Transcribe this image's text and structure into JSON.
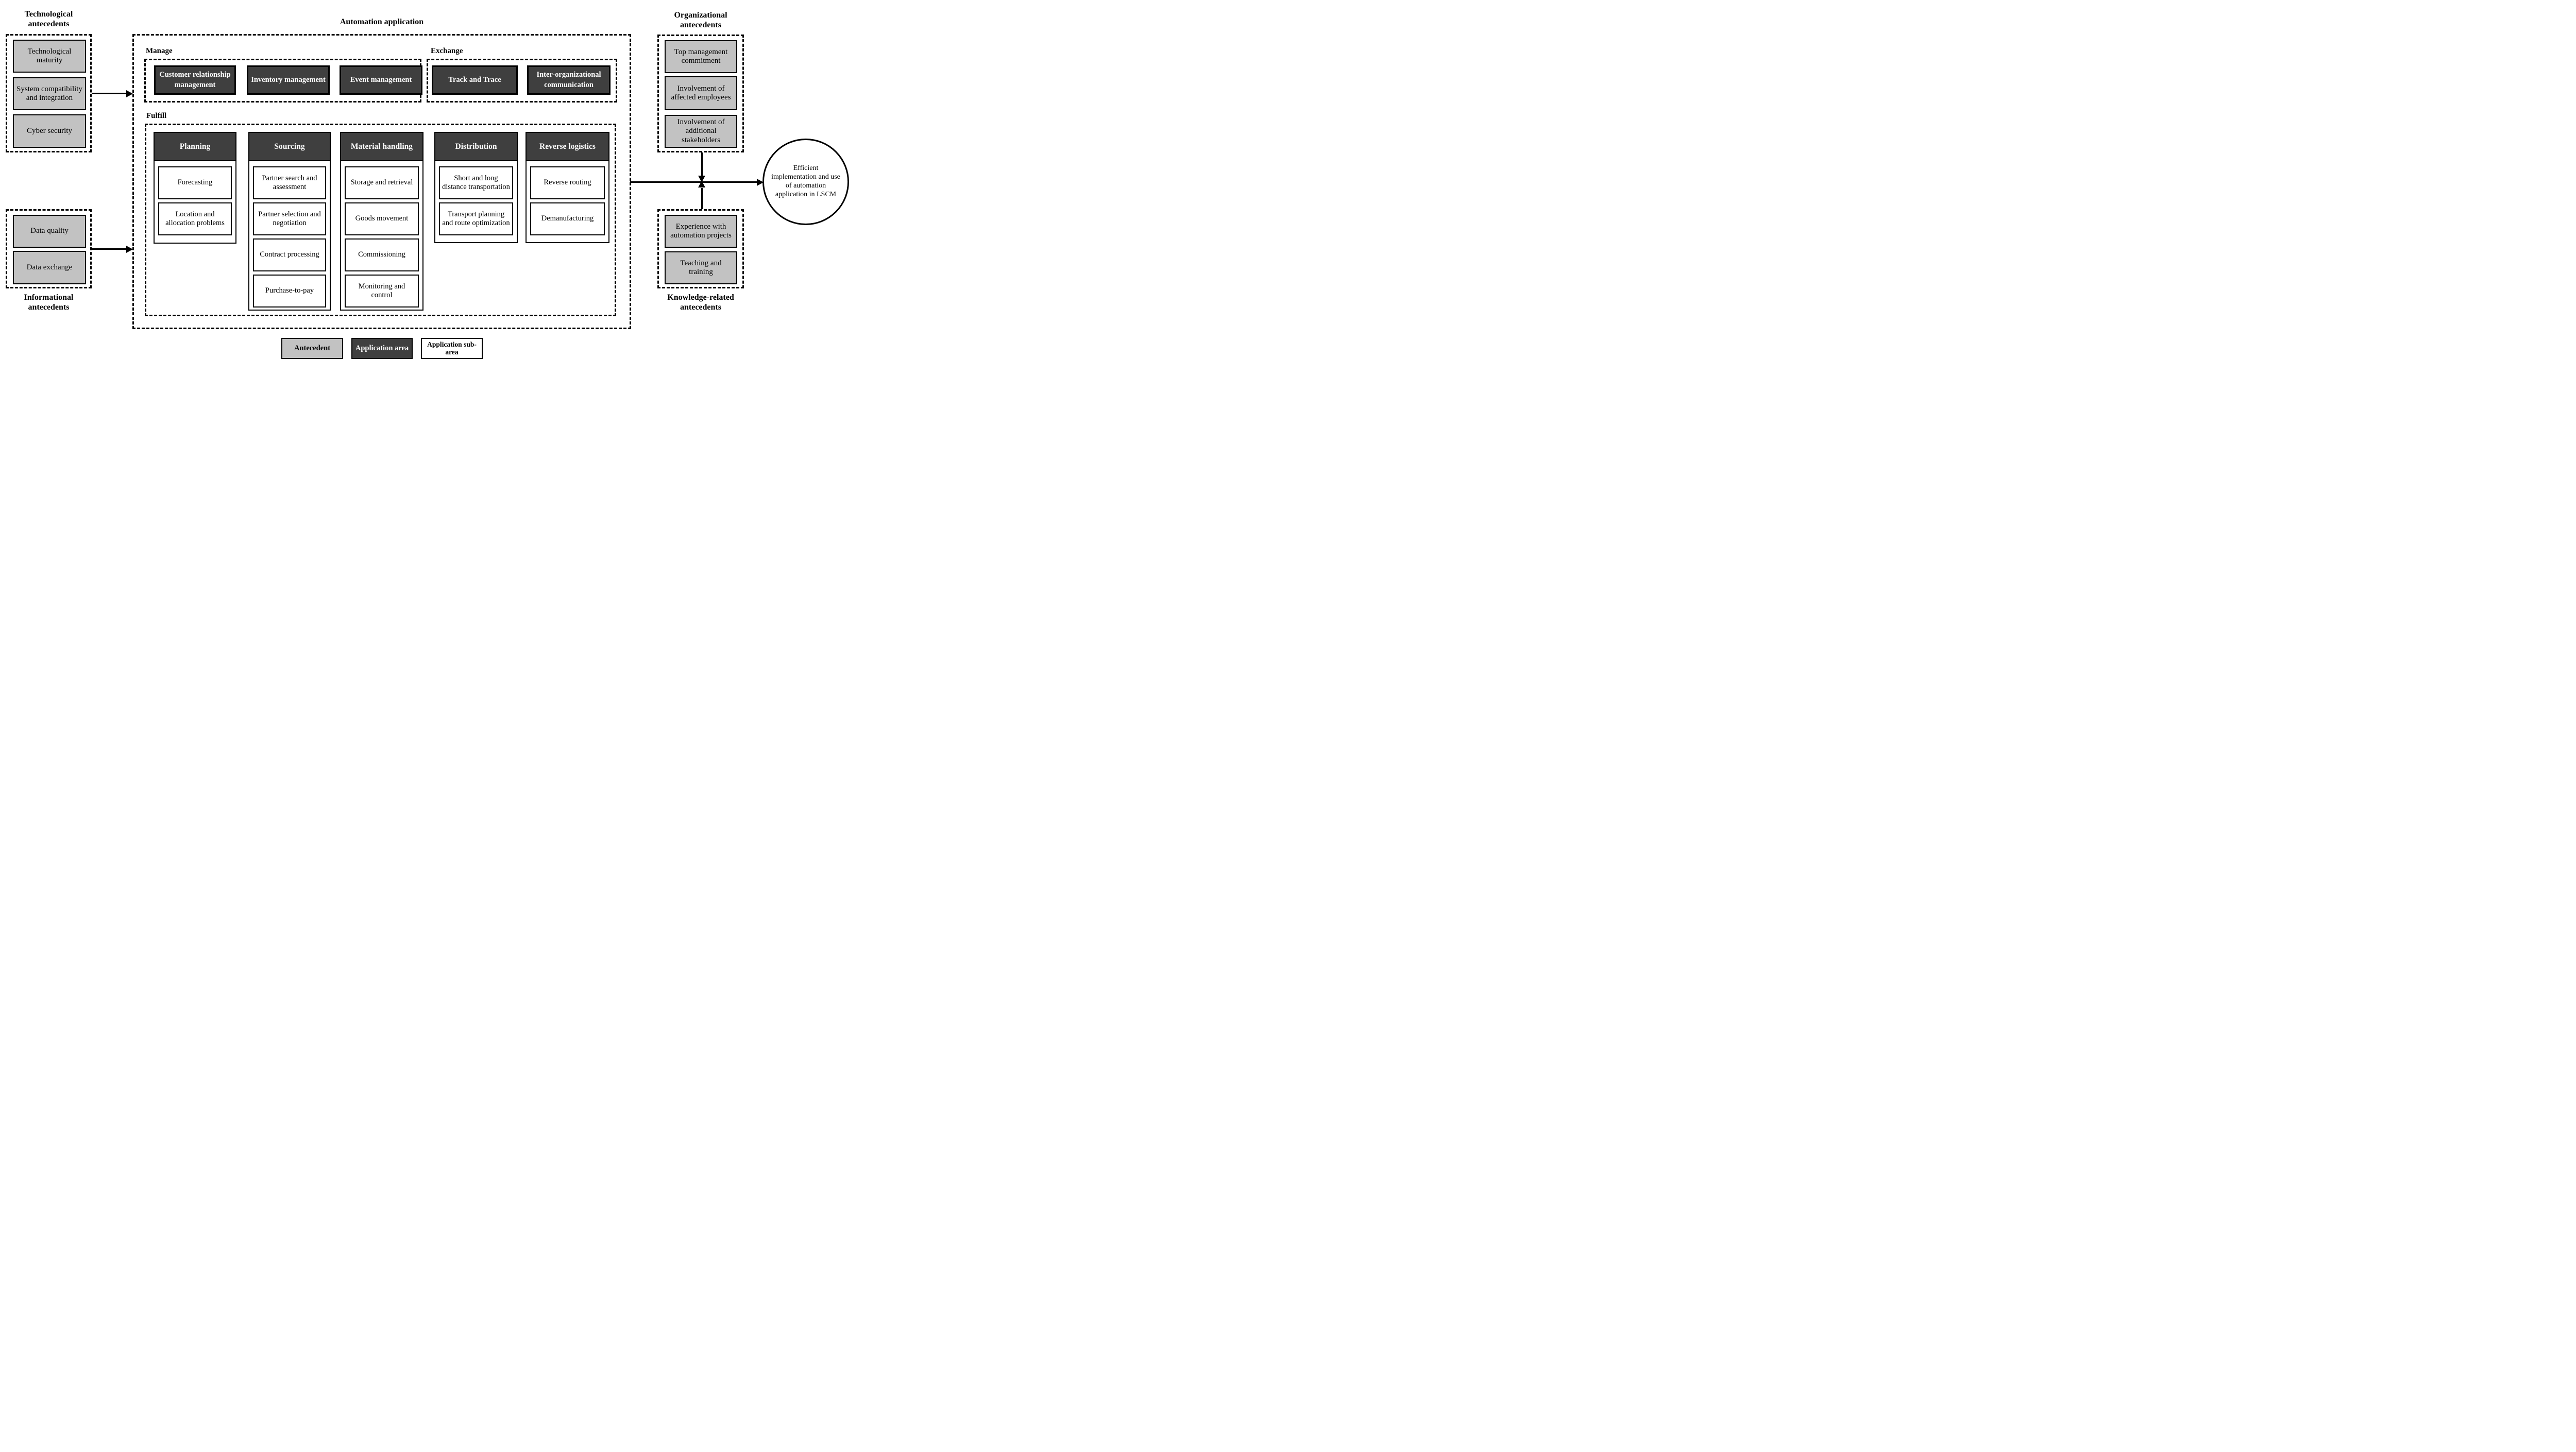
{
  "left": {
    "tech": {
      "title": "Technological antecedents",
      "items": [
        "Technological maturity",
        "System compatibility and integration",
        "Cyber security"
      ]
    },
    "info": {
      "title": "Informational antecedents",
      "items": [
        "Data quality",
        "Data exchange"
      ]
    }
  },
  "automation": {
    "title": "Automation application",
    "manage": {
      "label": "Manage",
      "items": [
        "Customer relationship management",
        "Inventory management",
        "Event management"
      ]
    },
    "exchange": {
      "label": "Exchange",
      "items": [
        "Track and Trace",
        "Inter-organizational communication"
      ]
    },
    "fulfill": {
      "label": "Fulfill",
      "columns": [
        {
          "header": "Planning",
          "subs": [
            "Forecasting",
            "Location and allocation problems"
          ]
        },
        {
          "header": "Sourcing",
          "subs": [
            "Partner search and assessment",
            "Partner selection and negotiation",
            "Contract processing",
            "Purchase-to-pay"
          ]
        },
        {
          "header": "Material handling",
          "subs": [
            "Storage and retrieval",
            "Goods movement",
            "Commissioning",
            "Monitoring and control"
          ]
        },
        {
          "header": "Distribution",
          "subs": [
            "Short and long distance transportation",
            "Transport planning and route optimization"
          ]
        },
        {
          "header": "Reverse logistics",
          "subs": [
            "Reverse routing",
            "Demanufacturing"
          ]
        }
      ]
    }
  },
  "right": {
    "org": {
      "title": "Organizational antecedents",
      "items": [
        "Top management commitment",
        "Involvement of affected employees",
        "Involvement of additional stakeholders"
      ]
    },
    "knowledge": {
      "title": "Knowledge-related antecedents",
      "items": [
        "Experience with automation projects",
        "Teaching and training"
      ]
    }
  },
  "outcome": {
    "text": "Efficient implementation and use of automation application in LSCM"
  },
  "legend": {
    "antecedent": "Antecedent",
    "application_area": "Application area",
    "application_subarea": "Application sub-area"
  },
  "colors": {
    "antecedent_gray": "#c2c2c2",
    "application_area_dark": "#3f3f3f",
    "line_black": "#000000"
  }
}
